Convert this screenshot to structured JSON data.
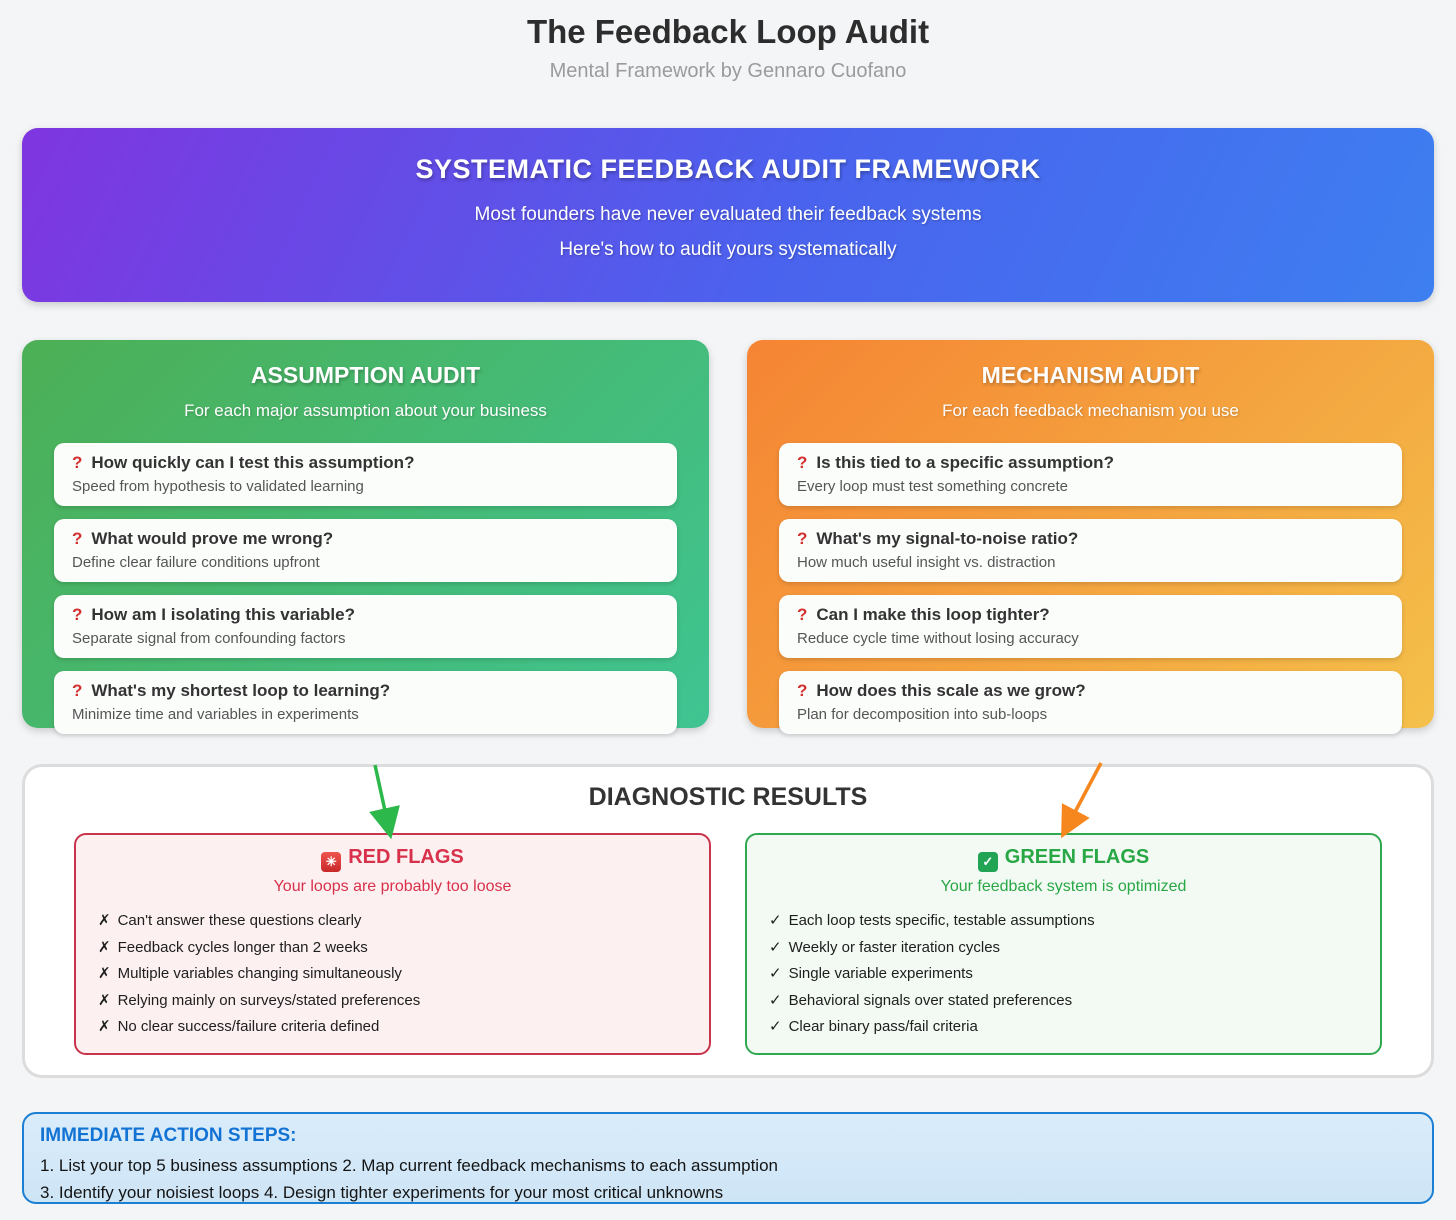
{
  "page": {
    "title": "The Feedback Loop Audit",
    "subtitle": "Mental Framework by Gennaro Cuofano"
  },
  "banner": {
    "title": "SYSTEMATIC FEEDBACK AUDIT FRAMEWORK",
    "line1": "Most founders have never evaluated their feedback systems",
    "line2": "Here's how to audit yours systematically"
  },
  "question_mark": "?",
  "columns": [
    {
      "title": "ASSUMPTION AUDIT",
      "subtitle": "For each major assumption about your business",
      "cards": [
        {
          "question": "How quickly can I test this assumption?",
          "description": "Speed from hypothesis to validated learning"
        },
        {
          "question": "What would prove me wrong?",
          "description": "Define clear failure conditions upfront"
        },
        {
          "question": "How am I isolating this variable?",
          "description": "Separate signal from confounding factors"
        },
        {
          "question": "What's my shortest loop to learning?",
          "description": "Minimize time and variables in experiments"
        }
      ]
    },
    {
      "title": "MECHANISM AUDIT",
      "subtitle": "For each feedback mechanism you use",
      "cards": [
        {
          "question": "Is this tied to a specific assumption?",
          "description": "Every loop must test something concrete"
        },
        {
          "question": "What's my signal-to-noise ratio?",
          "description": "How much useful insight vs. distraction"
        },
        {
          "question": "Can I make this loop tighter?",
          "description": "Reduce cycle time without losing accuracy"
        },
        {
          "question": "How does this scale as we grow?",
          "description": "Plan for decomposition into sub-loops"
        }
      ]
    }
  ],
  "diagnostic": {
    "title": "DIAGNOSTIC RESULTS",
    "red_flags": {
      "icon": "police-car-light",
      "icon_glyph": "✳",
      "title": "RED FLAGS",
      "subtitle": "Your loops are probably too loose",
      "bullet": "✗",
      "items": [
        "Can't answer these questions clearly",
        "Feedback cycles longer than 2 weeks",
        "Multiple variables changing simultaneously",
        "Relying mainly on surveys/stated preferences",
        "No clear success/failure criteria defined"
      ]
    },
    "green_flags": {
      "icon": "check-mark-button",
      "icon_glyph": "✓",
      "title": "GREEN FLAGS",
      "subtitle": "Your feedback system is optimized",
      "bullet": "✓",
      "items": [
        "Each loop tests specific, testable assumptions",
        "Weekly or faster iteration cycles",
        "Single variable experiments",
        "Behavioral signals over stated preferences",
        "Clear binary pass/fail criteria"
      ]
    }
  },
  "action_steps": {
    "title": "IMMEDIATE ACTION STEPS:",
    "line1": "1. List your top 5 business assumptions 2. Map current feedback mechanisms to each assumption",
    "line2": "3. Identify your noisiest loops 4. Design tighter experiments for your most critical unknowns"
  },
  "colors": {
    "page_background": "#F4F5F7",
    "banner_gradient_start": "#7F35E0",
    "banner_gradient_end": "#3D7FF0",
    "assumption_gradient_start": "#4CAF55",
    "assumption_gradient_end": "#3FC492",
    "mechanism_gradient_start": "#F58433",
    "mechanism_gradient_end": "#F4C04A",
    "red_flag_accent": "#D8314B",
    "green_flag_accent": "#28A745",
    "action_accent": "#1273D4",
    "green_arrow": "#2DB84C",
    "orange_arrow": "#F6871F"
  }
}
